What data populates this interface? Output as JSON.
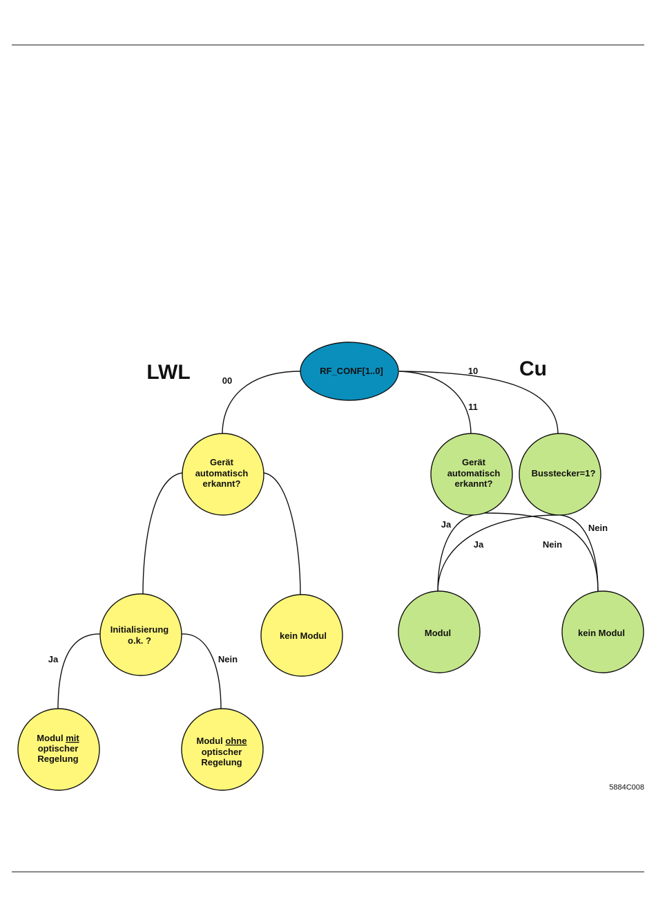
{
  "diagram": {
    "group_labels": {
      "lwl": "LWL",
      "cu": "Cu"
    },
    "root": {
      "label": "RF_CONF[1..0]"
    },
    "nodes": {
      "geraet_lwl": {
        "lines": [
          "Gerät",
          "automatisch",
          "erkannt?"
        ]
      },
      "init_ok": {
        "lines": [
          "Initialisierung",
          "o.k. ?"
        ]
      },
      "kein_modul_lwl": {
        "lines": [
          "kein Modul"
        ]
      },
      "modul_mit": {
        "line1_plain": "Modul ",
        "line1_underlined": "mit",
        "lines": [
          "optischer",
          "Regelung"
        ]
      },
      "modul_ohne": {
        "line1_plain": "Modul ",
        "line1_underlined": "ohne",
        "lines": [
          "optischer",
          "Regelung"
        ]
      },
      "geraet_cu": {
        "lines": [
          "Gerät",
          "automatisch",
          "erkannt?"
        ]
      },
      "busstecker": {
        "lines": [
          "Busstecker=1?"
        ]
      },
      "modul_cu": {
        "lines": [
          "Modul"
        ]
      },
      "kein_modul_cu": {
        "lines": [
          "kein Modul"
        ]
      }
    },
    "edge_labels": {
      "code_00": "00",
      "code_10": "10",
      "code_11": "11",
      "init_ja": "Ja",
      "init_nein": "Nein",
      "geraet_cu_ja": "Ja",
      "busstecker_ja": "Ja",
      "geraet_cu_nein": "Nein",
      "busstecker_nein": "Nein"
    },
    "figure_code": "5884C008",
    "colors": {
      "root_fill": "#0a8fbd",
      "lwl_fill": "#fff77a",
      "cu_fill": "#c4e68a",
      "stroke": "#111111"
    }
  }
}
